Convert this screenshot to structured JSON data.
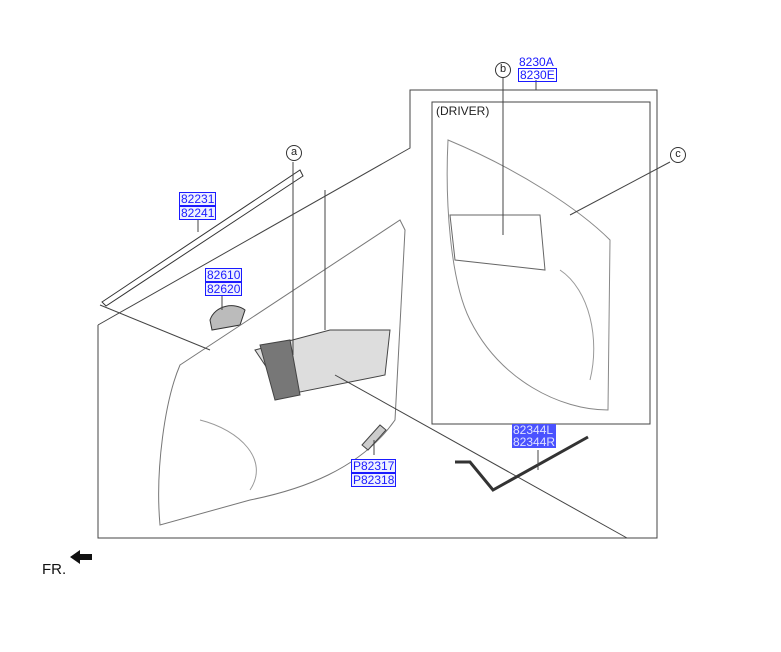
{
  "labels": {
    "assembly": [
      "8230A",
      "8230E"
    ],
    "weatherstrip": [
      "82231",
      "82241"
    ],
    "handle": [
      "82610",
      "82620"
    ],
    "clip": [
      "P82317",
      "P82318"
    ],
    "seal": [
      "82344L",
      "82344R"
    ]
  },
  "callouts": {
    "a": "a",
    "b": "b",
    "c": "c"
  },
  "driver_label": "(DRIVER)",
  "direction_label": "FR."
}
